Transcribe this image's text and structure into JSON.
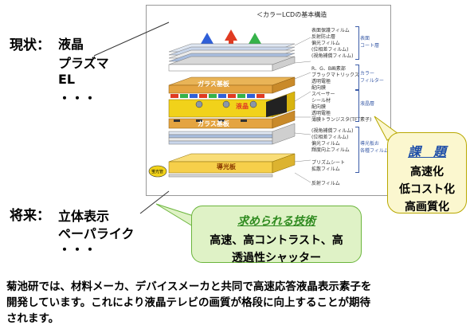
{
  "current": {
    "heading": "現状：",
    "items": [
      "液晶",
      "プラズマ",
      "EL",
      "・・・"
    ]
  },
  "future": {
    "heading": "将来：",
    "items": [
      "立体表示",
      "ペーパライク",
      "・・・"
    ]
  },
  "diagram": {
    "title": "＜カラーLCDの基本構造",
    "glass_top_label": "ガラス基板",
    "glass_bottom_label": "ガラス基板",
    "lc_label": "液晶",
    "light_guide_label": "導光板",
    "lamp_label": "蛍光管",
    "layer_labels": [
      "表面保護フィルム",
      "反射防止層",
      "偏光フィルム",
      "(位相差フィルム)",
      "(視角補償フィルム)",
      "R、G、B画素部",
      "ブラックマトリックス",
      "透明電極",
      "配向膜",
      "スペーサー",
      "シール材",
      "配向膜",
      "透明電極",
      "薄膜トランジスタ(TFT素子)",
      "(視角補償フィルム)",
      "(位相差フィルム)",
      "偏光フィルム",
      "輝度向上フィルム",
      "プリズムシート",
      "拡散フィルム",
      "反射フィルム"
    ],
    "group_labels": [
      "表面\nコート層",
      "カラー\nフィルター",
      "液晶層",
      "導光板お\n各種フィルム"
    ],
    "colors": {
      "arrow_blue": "#2f5fd8",
      "arrow_red": "#e03b22",
      "arrow_green": "#35b24a",
      "glass": "#e4a441",
      "liquid_crystal": "#f1d21a",
      "light_guide": "#f6cf4a"
    }
  },
  "challenge": {
    "title": "課　題",
    "lines": [
      "高速化",
      "低コスト化",
      "高画質化"
    ]
  },
  "required": {
    "title": "求められる技術",
    "lines": [
      "高速、高コントラスト、高",
      "透過性シャッター"
    ]
  },
  "footer": {
    "lines": [
      "菊池研では、材料メーカ、デバイスメーカと共同で高速応答液晶表示素子を",
      "開発しています。これにより液晶テレビの画質が格段に向上することが期待",
      "されます。"
    ]
  }
}
